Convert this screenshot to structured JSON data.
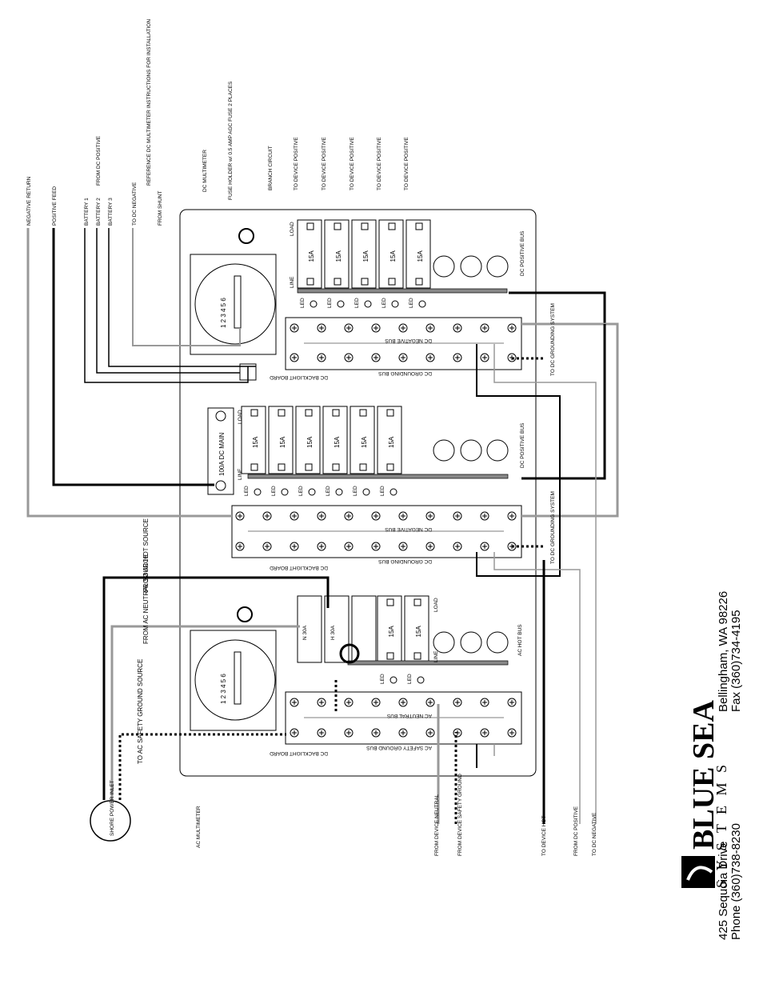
{
  "left_labels": {
    "negative_return": "NEGATIVE RETURN",
    "positive_feed": "POSITIVE FEED",
    "battery_1": "BATTERY 1",
    "battery_2": "BATTERY 2",
    "battery_3": "BATTERY 3",
    "from_dc_positive": "FROM DC POSITIVE",
    "to_dc_negative": "TO DC NEGATIVE",
    "from_shunt": "FROM SHUNT",
    "reference": "REFERENCE DC MULTIMETER INSTRUCTIONS FOR INSTALLATION",
    "dc_multimeter": "DC MULTIMETER",
    "fuse_holder": "FUSE HOLDER w/ 0.5 AMP AGC FUSE 2 PLACES",
    "branch_circuit": "BRANCH CIRCUIT",
    "to_device_positive": "TO DEVICE POSITIVE"
  },
  "upper_panel": {
    "breakers": [
      "15A",
      "15A",
      "15A",
      "15A",
      "15A"
    ],
    "line": "LINE",
    "load": "LOAD",
    "led": "LED",
    "dc_positive_bus": "DC POSITIVE BUS",
    "dc_negative_bus": "DC NEGATIVE BUS",
    "dc_grounding_bus": "DC GROUNDING BUS",
    "dc_backlight_board": "DC BACKLIGHT BOARD",
    "to_dc_grounding_system": "TO DC GROUNDING SYSTEM"
  },
  "middle_panel": {
    "main": "100A DC MAIN",
    "breakers": [
      "15A",
      "15A",
      "15A",
      "15A",
      "15A",
      "15A"
    ],
    "line": "LINE",
    "load": "LOAD",
    "led": "LED",
    "dc_positive_bus": "DC POSITIVE BUS",
    "dc_negative_bus": "DC NEGATIVE BUS",
    "dc_grounding_bus": "DC GROUNDING BUS",
    "dc_backlight_board": "DC BACKLIGHT BOARD",
    "to_dc_grounding_system": "TO DC GROUNDING SYSTEM"
  },
  "lower_panel": {
    "main_n": "N 30A",
    "main_h": "H 30A",
    "breakers": [
      "15A",
      "15A"
    ],
    "line": "LINE",
    "load": "LOAD",
    "led": "LED",
    "ac_hot_bus": "AC HOT BUS",
    "ac_neutral_bus": "AC NEUTRAL BUS",
    "ac_safety_ground_bus": "AC SAFETY GROUND BUS",
    "dc_backlight_board": "DC BACKLIGHT BOARD",
    "from_ac_hot_source": "FROM AC HOT SOURCE",
    "from_ac_neutral_source": "FROM AC NEUTRAL SOURCE",
    "to_ac_safety_ground_source": "TO AC SAFETY GROUND SOURCE",
    "shore_power_inlet": "SHORE POWER INLET",
    "ac_multimeter": "AC MULTIMETER",
    "from_device_neutral": "FROM DEVICE NEUTRAL",
    "from_device_safety_ground": "FROM DEVICE SAFETY GROUND",
    "to_device_hot": "TO DEVICE HOT",
    "from_dc_positive": "FROM DC POSITIVE",
    "to_dc_negative": "TO DC NEGATIVE"
  },
  "meter_terminals": "1 2 3 4 5 6",
  "company": {
    "logo_line1": "BLUE SEA",
    "logo_line2": "S Y S T E M S",
    "address": "425 Sequoia Drive",
    "city": "Bellingham, WA 98226",
    "phone": "Phone (360)738-8230",
    "fax": "Fax (360)734-4195"
  }
}
